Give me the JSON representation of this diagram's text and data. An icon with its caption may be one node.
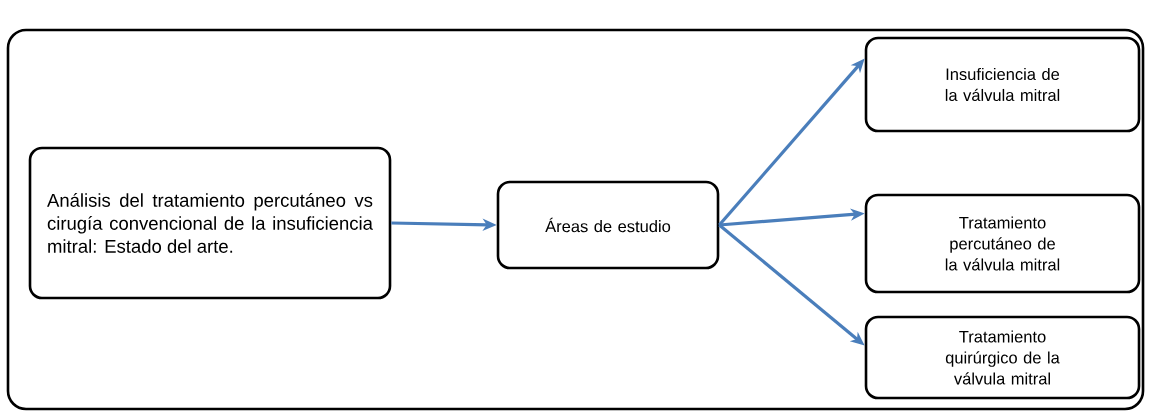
{
  "diagram": {
    "nodes": [
      {
        "text": [],
        "shape": "box"
      },
      {
        "text": [
          "Análisis del tratamiento percutáneo vs cirugía convencional de la insuficiencia mitral: Estado del arte."
        ],
        "in": 0
      },
      {
        "text": [
          "Áreas de estudio"
        ],
        "in": 0
      },
      {
        "text": [
          "Insuficiencia de la válvula mitral"
        ],
        "in": 0
      },
      {
        "text": [
          "Tratamiento percutáneo de la válvula mitral"
        ],
        "in": 0
      },
      {
        "text": [
          "Tratamiento quirúrgico de la válvula mitral"
        ],
        "in": 0
      }
    ],
    "edges": [
      {
        "from": 1,
        "to": 2,
        "arrow": "to"
      },
      {
        "from": 2,
        "to": 3,
        "arrow": "to"
      },
      {
        "from": 2,
        "to": 4,
        "arrow": "to"
      },
      {
        "from": 2,
        "to": 5,
        "arrow": "to"
      }
    ]
  }
}
